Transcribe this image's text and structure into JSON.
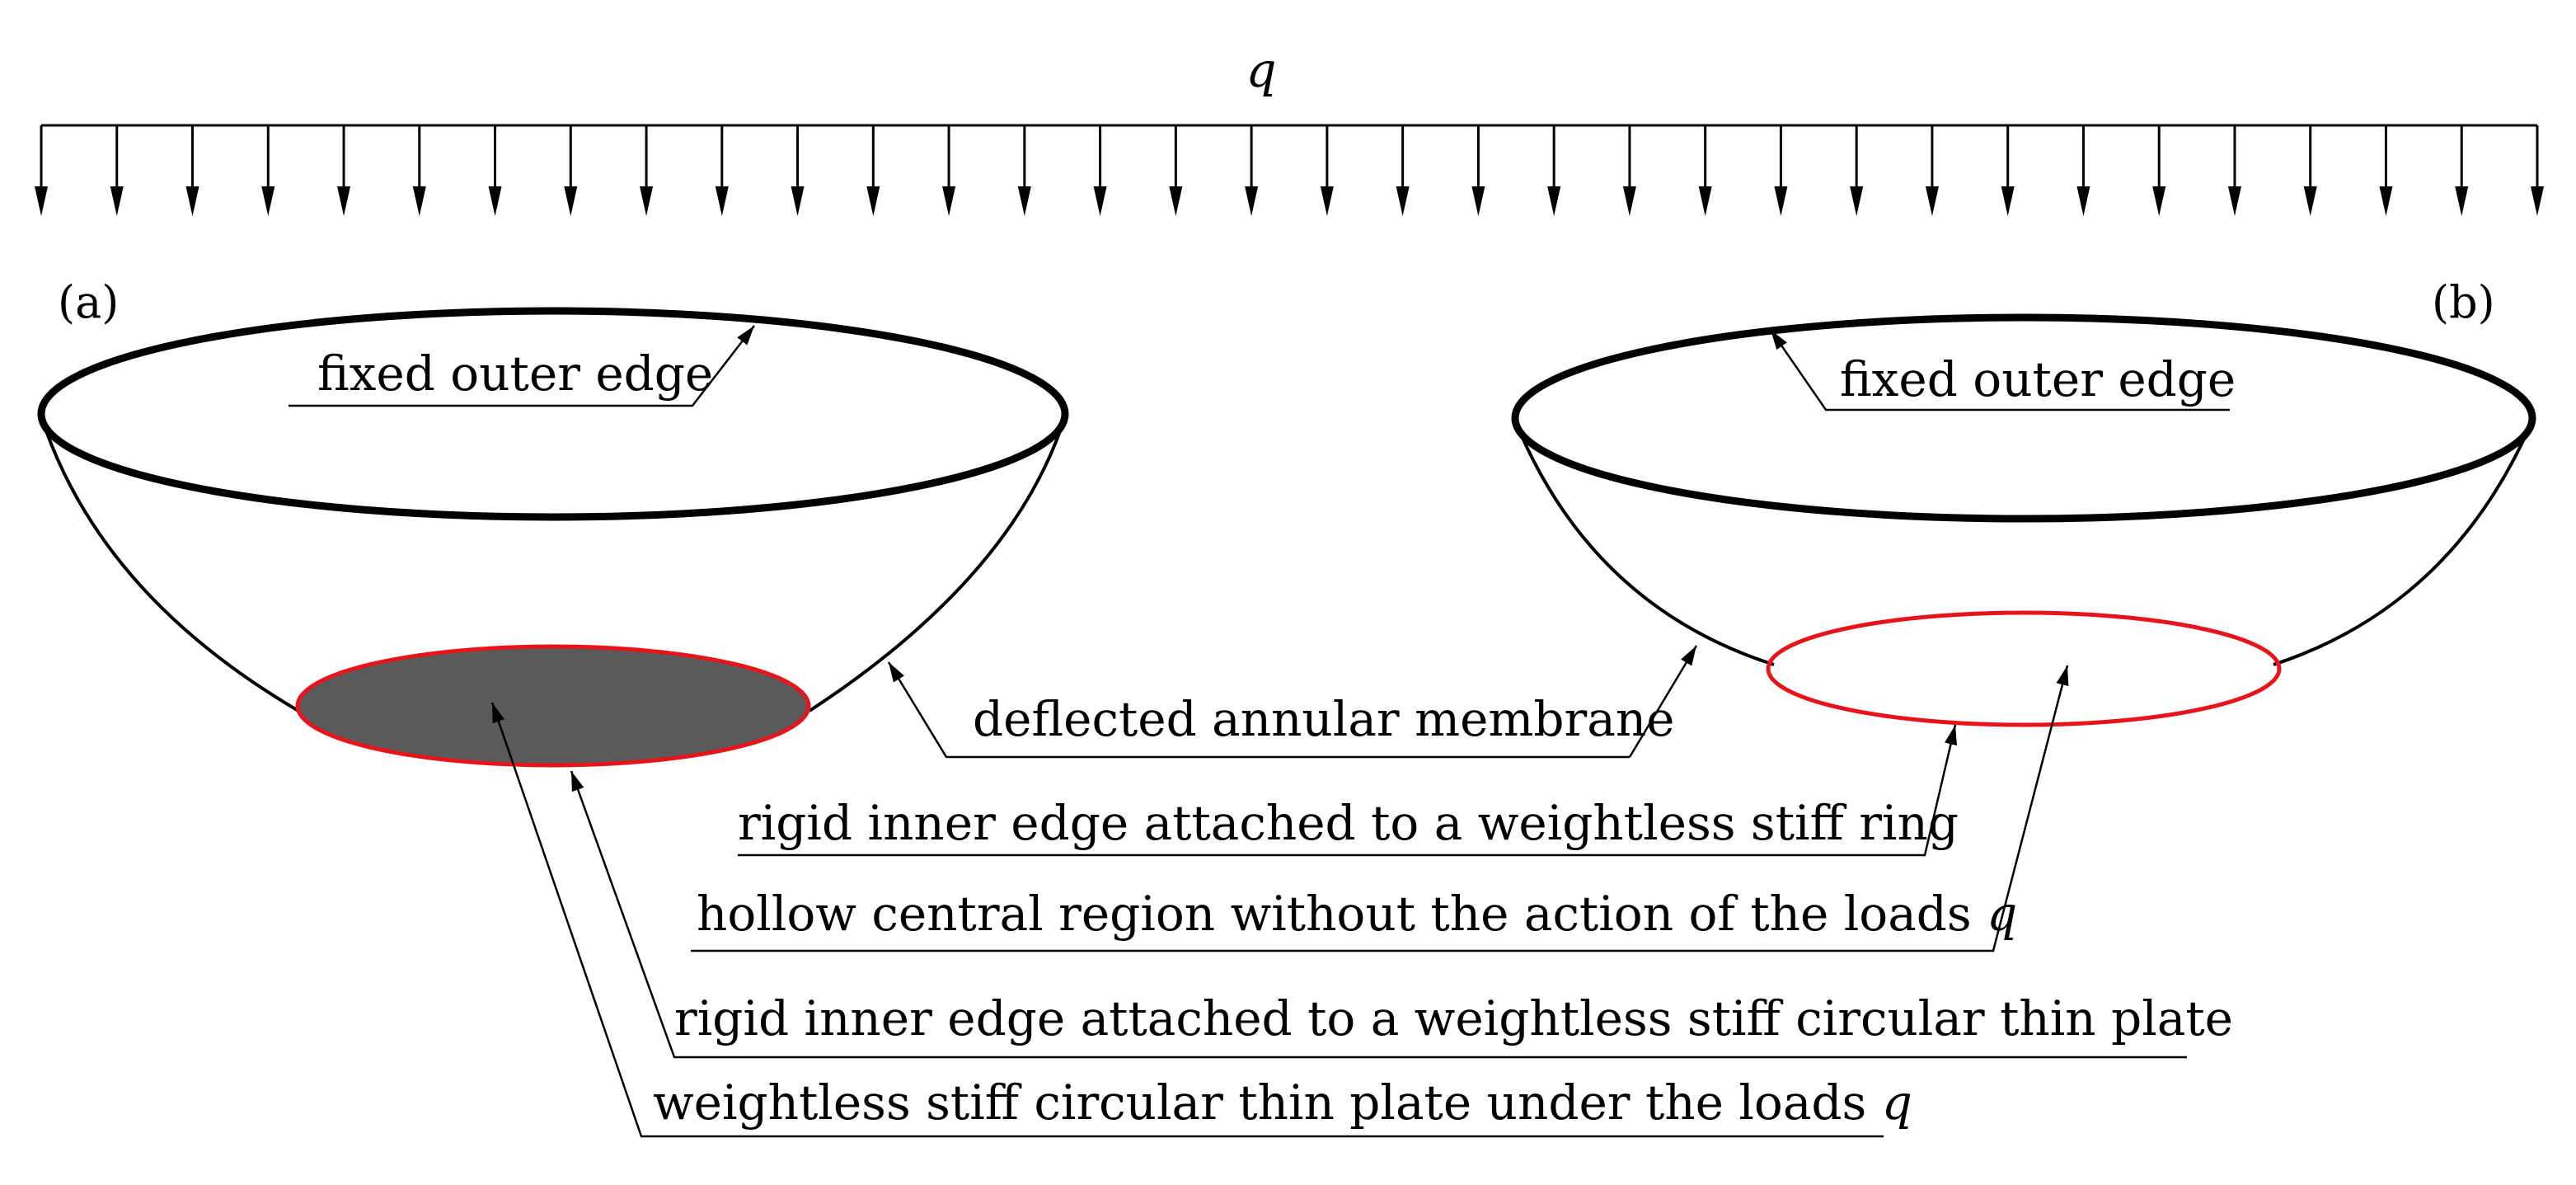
{
  "load": {
    "symbol": "q",
    "arrow_count": 34
  },
  "panels": {
    "a": {
      "tag": "(a)"
    },
    "b": {
      "tag": "(b)"
    }
  },
  "labels": {
    "fixed_outer_edge_a": "fixed outer edge",
    "fixed_outer_edge_b": "fixed outer edge",
    "deflected_membrane": "deflected annular membrane",
    "rigid_inner_edge_ring": "rigid inner edge attached to a weightless stiff ring",
    "hollow_region_text": "hollow central region without the action of the loads ",
    "hollow_region_symbol": "q",
    "rigid_inner_edge_plate": "rigid inner edge attached to a weightless stiff circular thin plate",
    "plate_under_loads_text": "weightless stiff circular thin plate under the loads ",
    "plate_under_loads_symbol": "q"
  },
  "colors": {
    "outline": "#000000",
    "inner_edge": "#e8141b",
    "plate_fill": "#5a5a5a"
  }
}
